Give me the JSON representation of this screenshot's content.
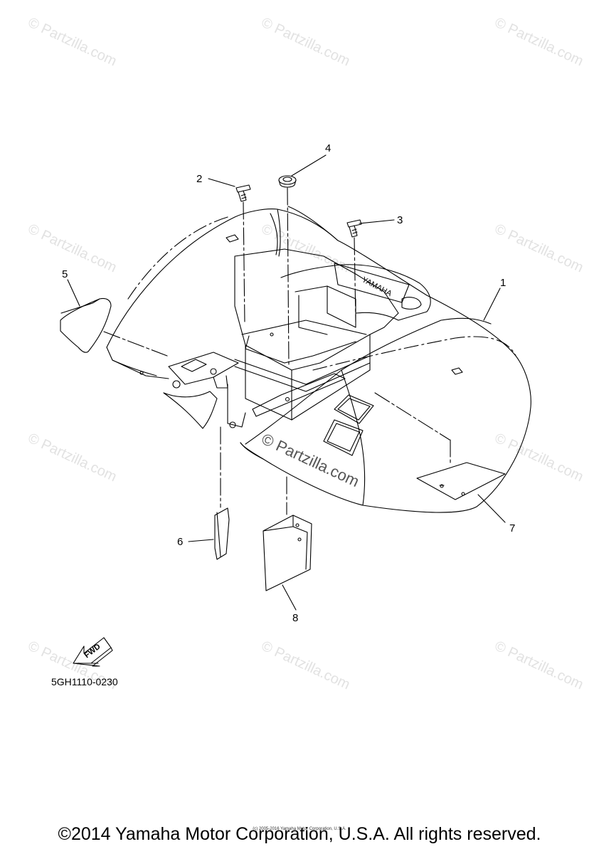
{
  "diagram": {
    "part_code": "5GH1110-0230",
    "copyright": "©2014 Yamaha Motor Corporation, U.S.A. All rights reserved.",
    "fine_print": "(c) 2005-2016 Yamaha Motor Corporation, U.S.A.",
    "fwd_label": "FWD",
    "brand_text": "YAMAHA",
    "watermark": "© Partzilla.com",
    "center_watermark": "© Partzilla.com",
    "callouts": [
      {
        "id": "1",
        "label": "1"
      },
      {
        "id": "2",
        "label": "2"
      },
      {
        "id": "3",
        "label": "3"
      },
      {
        "id": "4",
        "label": "4"
      },
      {
        "id": "5",
        "label": "5"
      },
      {
        "id": "6",
        "label": "6"
      },
      {
        "id": "7",
        "label": "7"
      },
      {
        "id": "8",
        "label": "8"
      }
    ]
  },
  "colors": {
    "line": "#000000",
    "watermark": "#e2e2e2",
    "background": "#ffffff"
  }
}
